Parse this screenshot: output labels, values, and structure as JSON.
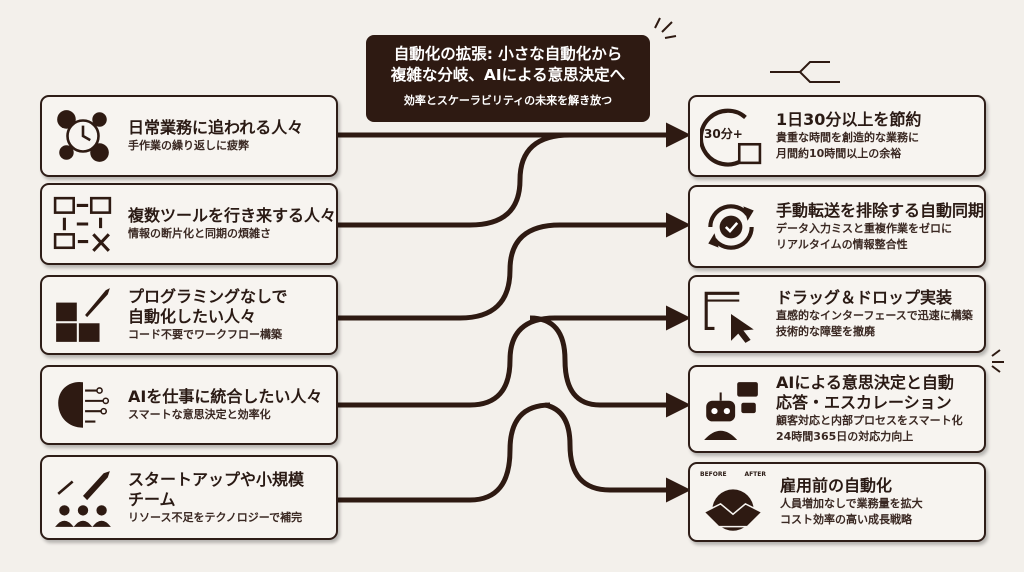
{
  "title": {
    "line1": "自動化の拡張: 小さな自動化から",
    "line2": "複雑な分岐、AIによる意思決定へ",
    "subtitle": "効率とスケーラビリティの未来を解き放つ"
  },
  "left": [
    {
      "title": "日常業務に追われる人々",
      "sub": "手作業の繰り返しに疲弊",
      "icon": "gears-clock-icon"
    },
    {
      "title": "複数ツールを行き来する人々",
      "sub": "情報の断片化と同期の煩雑さ",
      "icon": "tools-switch-icon"
    },
    {
      "title": "プログラミングなしで\n自動化したい人々",
      "sub": "コード不要でワークフロー構築",
      "icon": "puzzle-rocket-icon"
    },
    {
      "title": "AIを仕事に統合したい人々",
      "sub": "スマートな意思決定と効率化",
      "icon": "brain-circuit-icon"
    },
    {
      "title": "スタートアップや小規模\nチーム",
      "sub": "リソース不足をテクノロジーで補完",
      "icon": "rocket-team-icon"
    }
  ],
  "right": [
    {
      "title": "1日30分以上を節約",
      "sub1": "貴重な時間を創造的な業務に",
      "sub2": "月間約10時間以上の余裕",
      "icon": "clock-calendar-icon",
      "badge": "30分+"
    },
    {
      "title": "手動転送を排除する自動同期",
      "sub1": "データ入力ミスと重複作業をゼロに",
      "sub2": "リアルタイムの情報整合性",
      "icon": "sync-check-icon"
    },
    {
      "title": "ドラッグ＆ドロップ実装",
      "sub1": "直感的なインターフェースで迅速に構築",
      "sub2": "技術的な障壁を撤廃",
      "icon": "drag-drop-icon"
    },
    {
      "title": "AIによる意思決定と自動\n応答・エスカレーション",
      "sub1": "顧客対応と内部プロセスをスマート化",
      "sub2": "24時間365日の対応力向上",
      "icon": "robot-chat-icon"
    },
    {
      "title": "雇用前の自動化",
      "sub1": "人員増加なしで業務量を拡大",
      "sub2": "コスト効率の高い成長戦略",
      "icon": "handshake-gear-icon",
      "before": "BEFORE",
      "after": "AFTER"
    }
  ],
  "colors": {
    "dark": "#2e1a12",
    "bg": "#f3f0eb"
  }
}
